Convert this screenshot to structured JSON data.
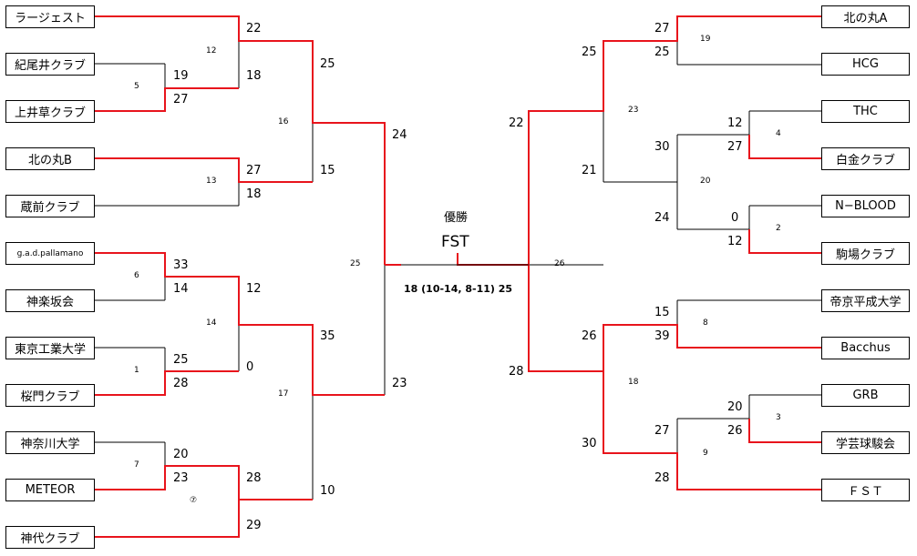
{
  "teams": {
    "l1": "ラージェスト",
    "l2": "紀尾井クラブ",
    "l3": "上井草クラブ",
    "l4": "北の丸B",
    "l5": "蔵前クラブ",
    "l6": "g.a.d.pallamano",
    "l7": "神楽坂会",
    "l8": "東京工業大学",
    "l9": "桜門クラブ",
    "l10": "神奈川大学",
    "l11": "METEOR",
    "l12": "神代クラブ",
    "r1": "北の丸A",
    "r2": "HCG",
    "r3": "THC",
    "r4": "白金クラブ",
    "r5": "N−BLOOD",
    "r6": "駒場クラブ",
    "r7": "帝京平成大学",
    "r8": "Bacchus",
    "r9": "GRB",
    "r10": "学芸球駿会",
    "r11": "ＦＳＴ"
  },
  "scores": {
    "l_r1_top": "22",
    "l_m5_top": "19",
    "l_m5_bot": "27",
    "l_r2_bot": "18",
    "l_r2_top": "25",
    "l_r3a_top": "24",
    "l_m13_top": "27",
    "l_m13_bot": "18",
    "l_m16_bot": "15",
    "l_m6_top": "33",
    "l_m6_bot": "14",
    "l_m14_top": "12",
    "l_m14_bot": "0",
    "l_m1_top": "25",
    "l_m1_bot": "28",
    "l_m17_top": "35",
    "l_m17_bot": "10",
    "l_sf_bot": "23",
    "l_m7_top": "20",
    "l_m7_bot": "23",
    "l_m7w_top": "28",
    "l_m7w_bot": "29",
    "r_m19_top": "27",
    "r_m19_bot": "25",
    "r_m23_top": "25",
    "r_m23_bot": "21",
    "r_m4_top": "12",
    "r_m4_bot": "27",
    "r_m20_top": "30",
    "r_m20_bot": "24",
    "r_m2_top": "0",
    "r_m2_bot": "12",
    "r_sf_top": "22",
    "r_sf_bot": "28",
    "r_m8_top": "15",
    "r_m8_bot": "39",
    "r_m18_top": "26",
    "r_m18_bot": "30",
    "r_m3_top": "20",
    "r_m3_bot": "26",
    "r_m9_top": "27",
    "r_m9_bot": "28"
  },
  "match_numbers": {
    "m12": "12",
    "m5": "5",
    "m16": "16",
    "m13": "13",
    "m6": "6",
    "m14": "14",
    "m1": "1",
    "m17": "17",
    "m7": "7",
    "m7_circle": "⑦",
    "m25": "25",
    "m19": "19",
    "m23": "23",
    "m4": "4",
    "m20": "20",
    "m2": "2",
    "m26": "26",
    "m8": "8",
    "m18": "18",
    "m3": "3",
    "m9": "9"
  },
  "final": {
    "title": "優勝",
    "champion": "FST",
    "score": "18 (10-14, 8-11) 25"
  },
  "colors": {
    "win": "#e8141c",
    "line": "#000000"
  }
}
